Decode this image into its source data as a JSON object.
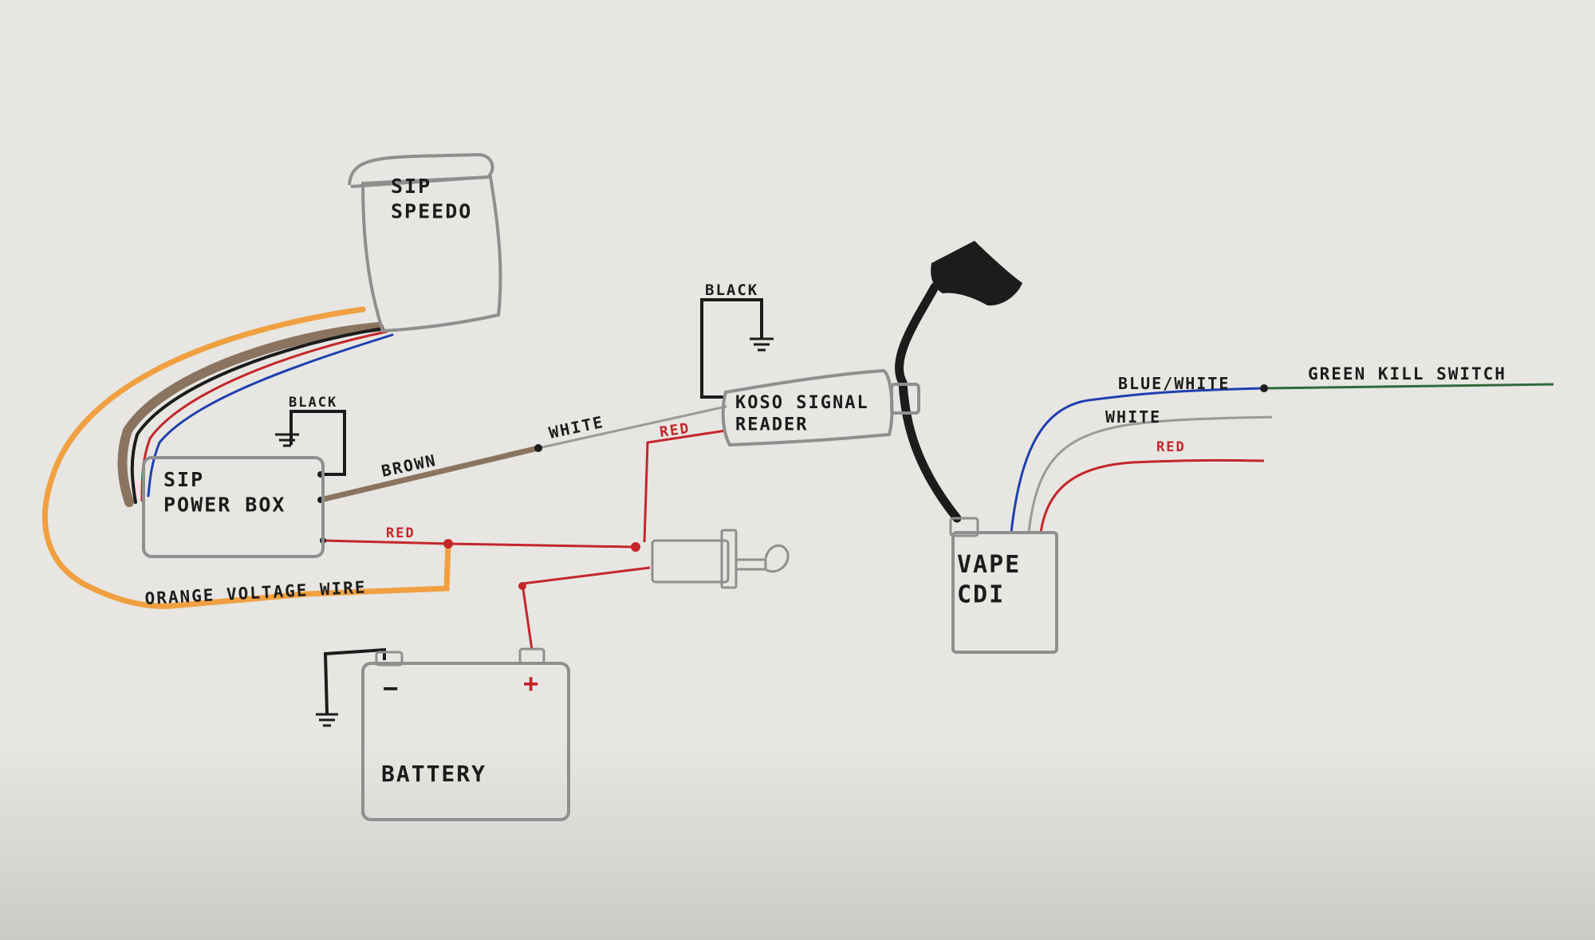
{
  "colors": {
    "paper": "#e7e6e2",
    "pencil": "#8f8f8f",
    "black": "#1c1c1c",
    "orange": "#f0a040",
    "brown": "#8a7460",
    "red": "#c4262a",
    "blue": "#1f3fb0",
    "white_wire": "#9a9a9a",
    "green": "#2f6a3a"
  },
  "components": {
    "speedo": "SIP\nSPEEDO",
    "power_box": "SIP\nPOWER BOX",
    "koso_reader": "KOSO SIGNAL\nREADER",
    "vape_cdi": "VAPE\nCDI",
    "battery": "BATTERY",
    "battery_minus": "−",
    "battery_plus": "+"
  },
  "wire_labels": {
    "black_powerbox": "BLACK",
    "black_koso": "BLACK",
    "brown": "BROWN",
    "white_koso": "WHITE",
    "red_koso": "RED",
    "red_powerbox": "RED",
    "orange_voltage": "ORANGE VOLTAGE WIRE",
    "blue_white": "BLUE/WHITE",
    "white_cdi": "WHITE",
    "red_cdi": "RED",
    "green_kill": "GREEN   KILL SWITCH"
  }
}
